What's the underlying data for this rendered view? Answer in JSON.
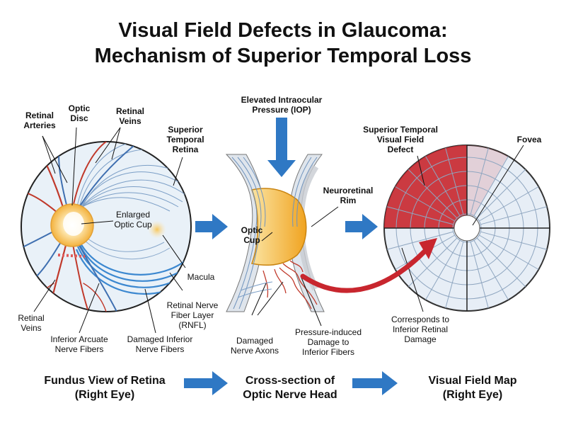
{
  "title": {
    "line1": "Visual Field Defects in Glaucoma:",
    "line2": "Mechanism of Superior Temporal Loss"
  },
  "fundus_labels": {
    "retinal_arteries": [
      "Retinal",
      "Arteries"
    ],
    "optic_disc": [
      "Optic",
      "Disc"
    ],
    "retinal_veins_top": [
      "Retinal",
      "Veins"
    ],
    "superior_temporal_retina": [
      "Superior",
      "Temporal",
      "Retina"
    ],
    "enlarged_optic_cup": [
      "Enlarged",
      "Optic Cup"
    ],
    "macula": "Macula",
    "rnfl": [
      "Retinal Nerve",
      "Fiber Layer",
      "(RNFL)"
    ],
    "retinal_veins_bottom": [
      "Retinal",
      "Veins"
    ],
    "inferior_arcuate": [
      "Inferior Arcuate",
      "Nerve Fibers"
    ],
    "damaged_inferior": [
      "Damaged Inferior",
      "Nerve Fibers"
    ]
  },
  "onh_labels": {
    "iop": [
      "Elevated Intraocular",
      "Pressure (IOP)"
    ],
    "neuroretinal_rim": [
      "Neuroretinal",
      "Rim"
    ],
    "optic_cup": [
      "Optic",
      "Cup"
    ],
    "damaged_axons": [
      "Damaged",
      "Nerve Axons"
    ],
    "pressure_damage": [
      "Pressure-induced",
      "Damage to",
      "Inferior Fibers"
    ]
  },
  "field_labels": {
    "defect": [
      "Superior Temporal",
      "Visual Field",
      "Defect"
    ],
    "fovea": "Fovea",
    "corresponds": [
      "Corresponds to",
      "Inferior Retinal",
      "Damage"
    ]
  },
  "captions": {
    "fundus": [
      "Fundus View of Retina",
      "(Right Eye)"
    ],
    "onh": [
      "Cross-section of",
      "Optic Nerve Head"
    ],
    "field": [
      "Visual Field Map",
      "(Right Eye)"
    ]
  },
  "colors": {
    "arrow_blue": "#2f78c4",
    "artery_red": "#c0392b",
    "vein_blue": "#3f6fb0",
    "cup_yellow": "#f5b335",
    "defect_red": "#c8262e",
    "field_bg": "#e7eef6"
  }
}
